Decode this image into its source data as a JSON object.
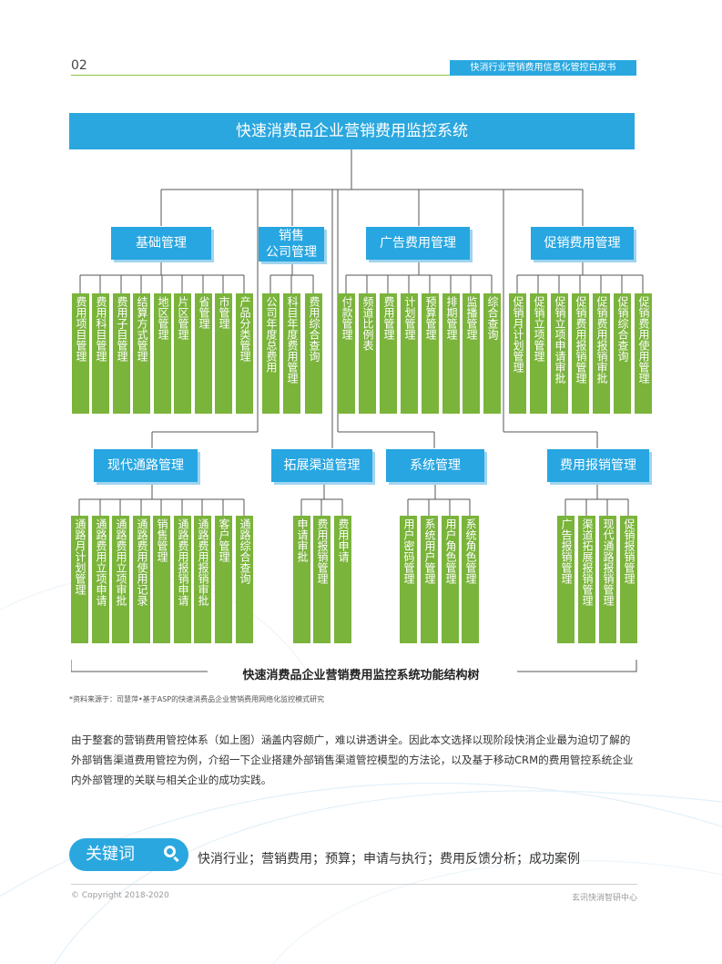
{
  "header": {
    "page_number": "02",
    "doc_title": "快消行业营销费用信息化管控白皮书"
  },
  "tree": {
    "root": "快速消费品企业营销费用监控系统",
    "groups": {
      "basic": {
        "title": "基础管理",
        "items": [
          "费用项目管理",
          "费用科目管理",
          "费用子目管理",
          "结算方式管理",
          "地区管理",
          "片区管理",
          "省管理",
          "市管理",
          "产品分类管理"
        ]
      },
      "sales_company": {
        "title_line1": "销售",
        "title_line2": "公司管理",
        "items": [
          "公司年度总费用",
          "科目年度费用管理",
          "费用综合查询"
        ]
      },
      "ad": {
        "title": "广告费用管理",
        "items": [
          "付款管理",
          "频道比例表",
          "费用管理",
          "计划管理",
          "预算管理",
          "排期管理",
          "监播管理",
          "综合查询"
        ]
      },
      "promo": {
        "title": "促销费用管理",
        "items": [
          "促销月计划管理",
          "促销立项管理",
          "促销立项申请审批",
          "促销费用报销管理",
          "促销费用报销审批",
          "促销综合查询",
          "促销费用使用管理"
        ]
      },
      "modern": {
        "title": "现代通路管理",
        "items": [
          "通路月计划管理",
          "通路费用立项申请",
          "通路费用立项审批",
          "通路费用使用记录",
          "销售管理",
          "通路费用报销申请",
          "通路费用报销审批",
          "客户管理",
          "通路综合查询"
        ]
      },
      "expand": {
        "title": "拓展渠道管理",
        "items": [
          "申请审批",
          "费用报销管理",
          "费用申请"
        ]
      },
      "system": {
        "title": "系统管理",
        "items": [
          "用户密码管理",
          "系统用户管理",
          "用户角色管理",
          "系统角色管理"
        ]
      },
      "expense": {
        "title": "费用报销管理",
        "items": [
          "广告报销管理",
          "渠道拓展报销管理",
          "现代通路报销管理",
          "促销报销管理"
        ]
      }
    },
    "caption": "快速消费品企业营销费用监控系统功能结构树"
  },
  "source_note": "*资料来源于：司慧萍•基于ASP的快速消费品企业营销费用网络化监控模式研究",
  "paragraph": "由于整套的营销费用管控体系（如上图）涵盖内容颇广，难以讲透讲全。因此本文选择以现阶段快消企业最为迫切了解的外部销售渠道费用管控为例，介绍一下企业搭建外部销售渠道管控模型的方法论，以及基于移动CRM的费用管控系统企业内外部管理的关联与相关企业的成功实践。",
  "keywords": {
    "label": "关键词",
    "text": "快消行业；营销费用；预算；申请与执行；费用反馈分析；成功案例"
  },
  "footer": {
    "copyright": "© Copyright 2018-2020",
    "brand": "玄讯快消智研中心"
  },
  "colors": {
    "blue": "#2aa7df",
    "green": "#7ab43b",
    "accent_line": "#8cc63f"
  }
}
